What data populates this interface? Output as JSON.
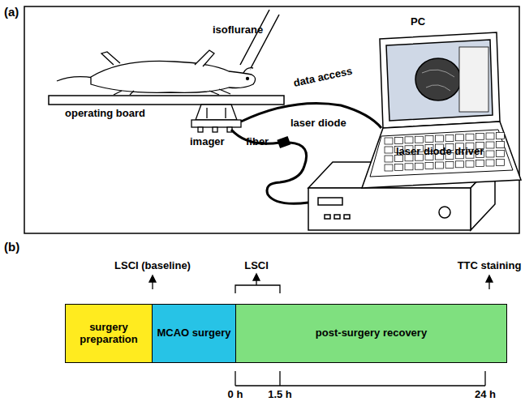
{
  "diagram": {
    "nodes": [
      {
        "text": [
          "surgery preparation"
        ]
      },
      {
        "text": [
          "MCAO surgery"
        ]
      },
      {
        "text": [
          "post-surgery recovery"
        ]
      }
    ],
    "labels": [
      "(a)",
      "isoflurane",
      "PC",
      "data access",
      "operating board",
      "imager",
      "fiber",
      "laser diode",
      "laser diode driver",
      "(b)",
      "LSCI (baseline)",
      "LSCI",
      "TTC staining",
      "0 h",
      "1.5 h",
      "24 h"
    ]
  }
}
